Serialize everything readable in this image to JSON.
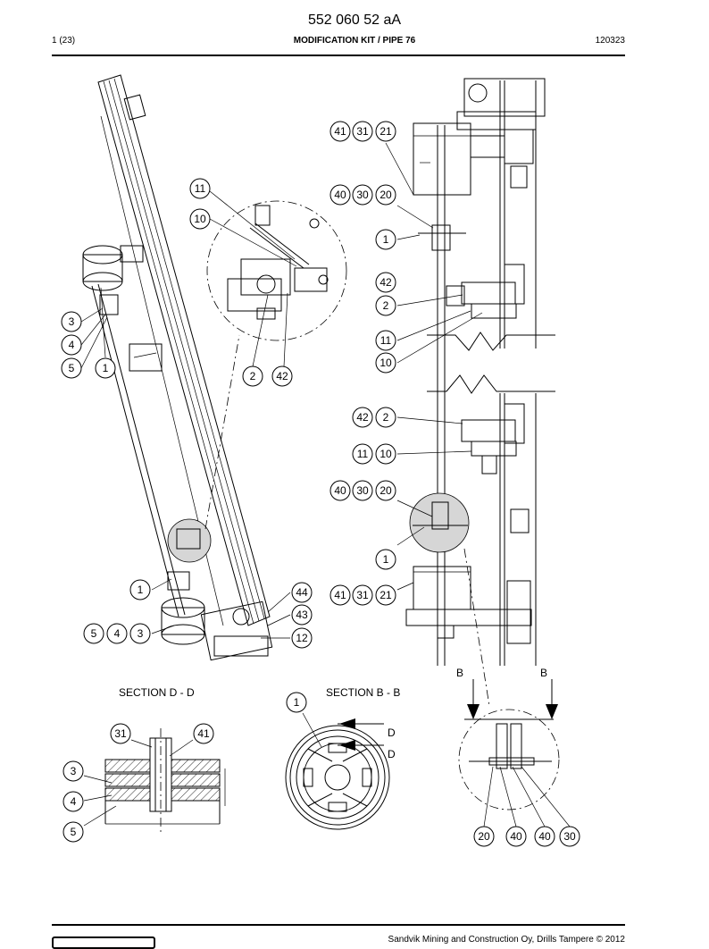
{
  "header": {
    "doc_number": "552 060 52 aA",
    "page": "1 (23)",
    "title": "MODIFICATION KIT / PIPE 76",
    "date": "120323"
  },
  "sections": {
    "dd": "SECTION D - D",
    "bb": "SECTION B - B",
    "arrow_b": "B",
    "arrow_d": "D"
  },
  "callouts": {
    "c1": "1",
    "c2": "2",
    "c3": "3",
    "c4": "4",
    "c5": "5",
    "c10": "10",
    "c11": "11",
    "c12": "12",
    "c20": "20",
    "c21": "21",
    "c30": "30",
    "c31": "31",
    "c40": "40",
    "c41": "41",
    "c42": "42",
    "c43": "43",
    "c44": "44"
  },
  "footer": {
    "copyright": "Sandvik Mining and Construction Oy, Drills Tampere © 2012"
  }
}
